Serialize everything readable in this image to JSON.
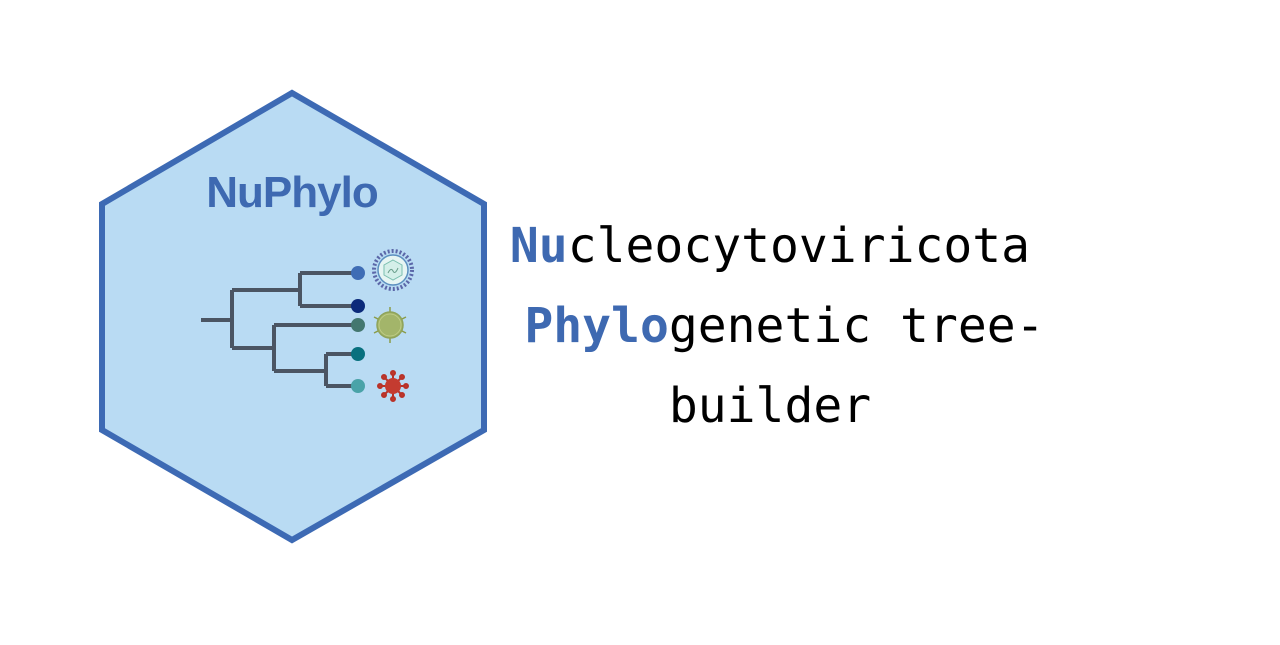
{
  "logo": {
    "title": "NuPhylo",
    "colors": {
      "hexagon_fill": "#b9dbf3",
      "hexagon_stroke": "#3d6ab4",
      "title": "#3e69b1",
      "tree_lines": "#4b5563"
    },
    "tree_tips": [
      {
        "color": "#3f6db5",
        "icon": "enveloped-virus-icon"
      },
      {
        "color": "#0b2a7a",
        "icon": null
      },
      {
        "color": "#43776f",
        "icon": "green-virus-icon"
      },
      {
        "color": "#08707e",
        "icon": null
      },
      {
        "color": "#4aa3a8",
        "icon": "red-coronavirus-icon"
      }
    ]
  },
  "tagline": {
    "line1_accent": "Nu",
    "line1_rest": "cleocytoviricota",
    "line2_accent": "Phylo",
    "line2_rest": "genetic tree-",
    "line3": "builder",
    "accent_color": "#3e69b1"
  }
}
